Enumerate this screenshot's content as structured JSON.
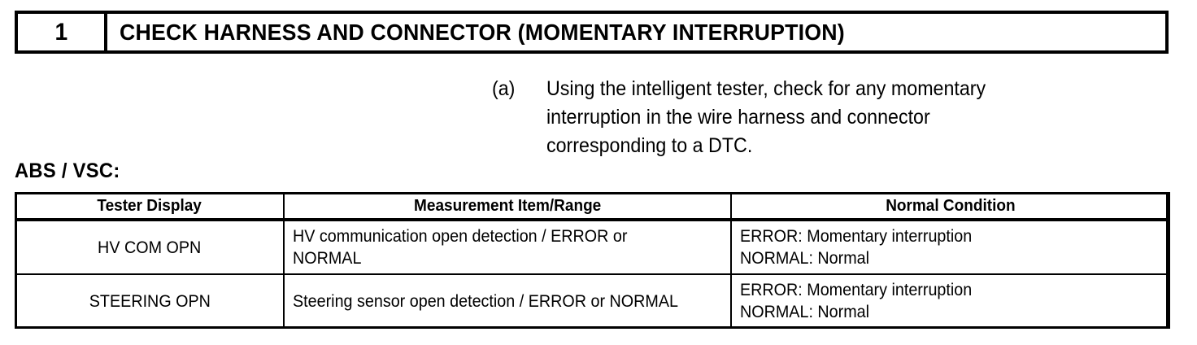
{
  "step": {
    "number": "1",
    "title": "CHECK HARNESS AND CONNECTOR (MOMENTARY INTERRUPTION)"
  },
  "instruction": {
    "marker": "(a)",
    "line1": "Using the intelligent tester, check for any momentary",
    "line2": "interruption in the wire harness and connector",
    "line3": "corresponding to a DTC.",
    "full_text": "Using the intelligent tester, check for any momentary interruption in the wire harness and connector corresponding to a DTC."
  },
  "section": {
    "label": "ABS / VSC:"
  },
  "table": {
    "headers": [
      "Tester Display",
      "Measurement Item/Range",
      "Normal Condition"
    ],
    "rows": [
      {
        "tester_display": "HV COM OPN",
        "measurement_line1": "HV communication open detection / ERROR or",
        "measurement_line2": "NORMAL",
        "normal_line1": "ERROR: Momentary interruption",
        "normal_line2": "NORMAL: Normal"
      },
      {
        "tester_display": "STEERING OPN",
        "measurement_line1": "Steering sensor open detection / ERROR or NORMAL",
        "measurement_line2": "",
        "normal_line1": "ERROR: Momentary interruption",
        "normal_line2": "NORMAL: Normal"
      }
    ]
  },
  "colors": {
    "ink": "#000000",
    "paper": "#ffffff"
  }
}
